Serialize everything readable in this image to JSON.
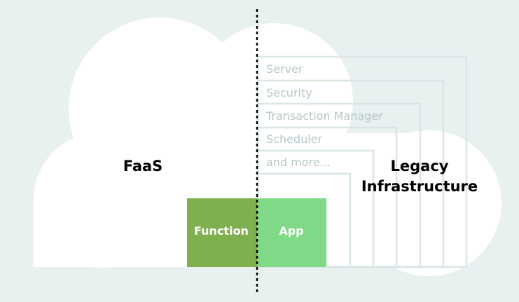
{
  "left_label": "FaaS",
  "right_label": [
    "Legacy",
    "Infrastructure"
  ],
  "layers": [
    "Server",
    "Security",
    "Transaction Manager",
    "Scheduler",
    "and more..."
  ],
  "function_box": {
    "label": "Function",
    "color": "#7fb04f"
  },
  "app_box": {
    "label": "App",
    "color": "#80d986"
  },
  "colors": {
    "background": "#e9f0f0",
    "cloud": "#ffffff",
    "layer_border": "#dae5e5",
    "layer_text": "#b6c7c7",
    "divider": "#000000"
  }
}
